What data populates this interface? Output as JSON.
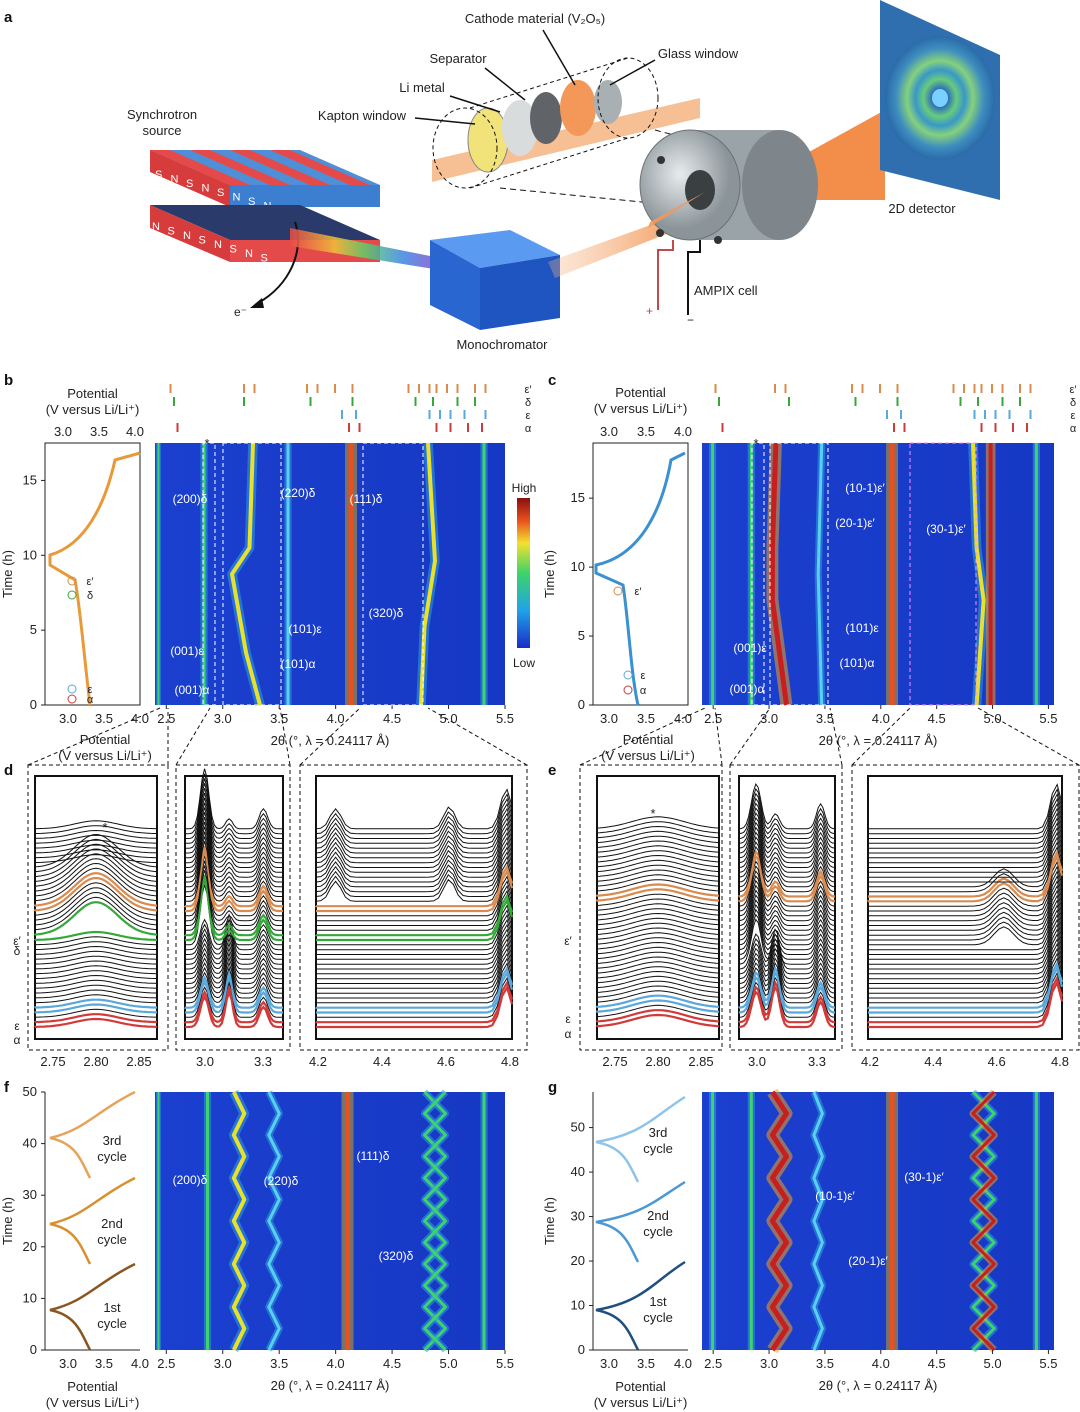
{
  "panels": {
    "a": "a",
    "b": "b",
    "c": "c",
    "d": "d",
    "e": "e",
    "f": "f",
    "g": "g"
  },
  "setup": {
    "synchrotron_line1": "Synchrotron",
    "synchrotron_line2": "source",
    "electron": "e⁻",
    "monochromator": "Monochromator",
    "cathode": "Cathode material (V₂O₅)",
    "separator": "Separator",
    "glass_window": "Glass window",
    "li_metal": "Li metal",
    "kapton": "Kapton window",
    "cell": "AMPIX cell",
    "detector": "2D detector",
    "magnets_top": [
      "S",
      "N",
      "S",
      "N",
      "S",
      "N",
      "S",
      "N"
    ],
    "magnets_bottom": [
      "N",
      "S",
      "N",
      "S",
      "N",
      "S",
      "N",
      "S"
    ],
    "plus": "+",
    "minus": "−",
    "colors": {
      "red_magnet": "#e8484a",
      "blue_magnet": "#4a8fd6",
      "beam": "#f08a3c",
      "mono": "#2f6fd3"
    }
  },
  "common": {
    "potential_label": "Potential",
    "potential_unit": "(V versus Li/Li⁺)",
    "potential_ticks": [
      "3.0",
      "3.5",
      "4.0"
    ],
    "twotheta_label": "2θ (°, λ = 0.24117 Å)",
    "twotheta_ticks": [
      "2.5",
      "3.0",
      "3.5",
      "4.0",
      "4.5",
      "5.0",
      "5.5"
    ],
    "time_label": "Time (h)",
    "colorbar_high": "High",
    "colorbar_low": "Low",
    "phases": [
      "ε′",
      "δ",
      "ε",
      "α"
    ],
    "phase_colors": [
      "#d98a4e",
      "#35a83a",
      "#5aa7dc",
      "#d23a3a"
    ],
    "star": "*"
  },
  "panel_b": {
    "time_ticks": [
      "0",
      "5",
      "10",
      "15"
    ],
    "markers": [
      "ε′",
      "δ",
      "ε",
      "α"
    ],
    "labels": [
      "(200)δ",
      "(220)δ",
      "(111)δ",
      "(320)δ",
      "(001)ε",
      "(101)ε",
      "(101)α",
      "(001)α"
    ]
  },
  "panel_c": {
    "time_ticks": [
      "0",
      "5",
      "10",
      "15"
    ],
    "markers": [
      "ε′",
      "ε",
      "α"
    ],
    "labels": [
      "(10-1)ε′",
      "(20-1)ε′",
      "(30-1)ε′",
      "(101)ε",
      "(101)α",
      "(001)ε",
      "(001)α"
    ]
  },
  "panel_d": {
    "ticks1": [
      "2.75",
      "2.80",
      "2.85"
    ],
    "ticks2": [
      "3.0",
      "3.3"
    ],
    "ticks3": [
      "4.2",
      "4.4",
      "4.6",
      "4.8"
    ],
    "side_labels": [
      "ε′",
      "δ",
      "ε",
      "α"
    ]
  },
  "panel_e": {
    "ticks1": [
      "2.75",
      "2.80",
      "2.85"
    ],
    "ticks2": [
      "3.0",
      "3.3"
    ],
    "ticks3": [
      "4.2",
      "4.4",
      "4.6",
      "4.8"
    ],
    "side_labels": [
      "ε′",
      "ε",
      "α"
    ]
  },
  "panel_f": {
    "time_ticks": [
      "0",
      "10",
      "20",
      "30",
      "40",
      "50"
    ],
    "cycles": [
      "3rd\ncycle",
      "2nd\ncycle",
      "1st\ncycle"
    ],
    "labels": [
      "(200)δ",
      "(220)δ",
      "(111)δ",
      "(320)δ"
    ]
  },
  "panel_g": {
    "time_ticks": [
      "0",
      "10",
      "20",
      "30",
      "40",
      "50"
    ],
    "cycles": [
      "3rd\ncycle",
      "2nd\ncycle",
      "1st\ncycle"
    ],
    "labels": [
      "(10-1)ε′",
      "(30-1)ε′",
      "(20-1)ε′"
    ]
  }
}
